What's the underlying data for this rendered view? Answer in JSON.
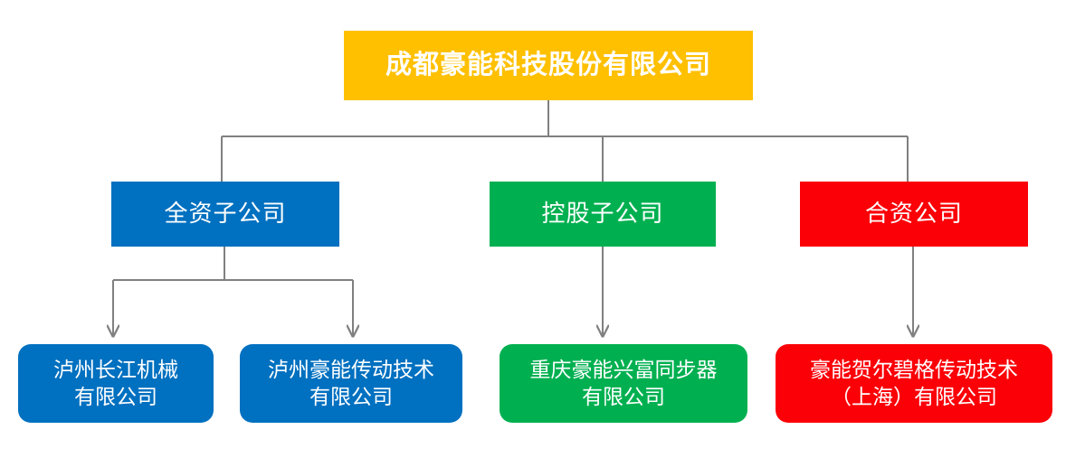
{
  "diagram": {
    "type": "organizational-chart",
    "title_node": {
      "label": "成都豪能科技股份有限公司",
      "color": "#FFC000"
    },
    "categories": [
      {
        "id": "wholly-owned",
        "label": "全资子公司",
        "color": "#0070C0"
      },
      {
        "id": "holding",
        "label": "控股子公司",
        "color": "#00B050"
      },
      {
        "id": "joint-venture",
        "label": "合资公司",
        "color": "#FB0007"
      }
    ],
    "subsidiaries": [
      {
        "id": "luzhou-changjiang",
        "parent": "wholly-owned",
        "label": "泸州长江机械\n有限公司",
        "color": "#0070C0"
      },
      {
        "id": "luzhou-haoneng",
        "parent": "wholly-owned",
        "label": "泸州豪能传动技术\n有限公司",
        "color": "#0070C0"
      },
      {
        "id": "chongqing-xingfu",
        "parent": "holding",
        "label": "重庆豪能兴富同步器\n有限公司",
        "color": "#00B050"
      },
      {
        "id": "hoerbiger-shanghai",
        "parent": "joint-venture",
        "label": "豪能贺尔碧格传动技术\n（上海）有限公司",
        "color": "#FB0007"
      }
    ],
    "connector": {
      "color": "#808080",
      "width": 2,
      "arrowhead_color": "#808080"
    }
  }
}
